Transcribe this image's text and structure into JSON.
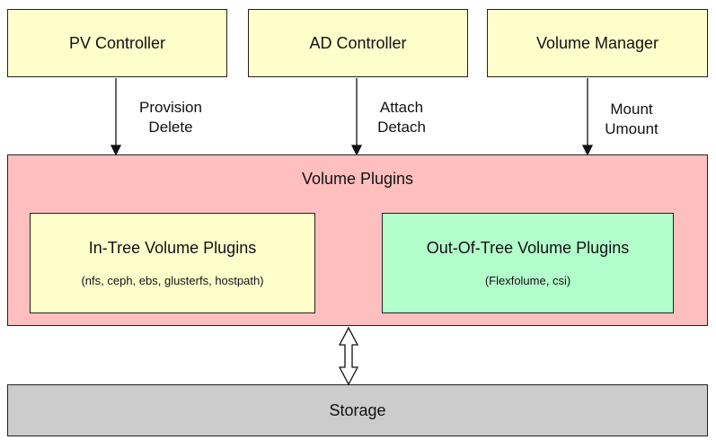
{
  "controllers": {
    "pv": "PV Controller",
    "ad": "AD Controller",
    "vm": "Volume Manager"
  },
  "operations": {
    "pv": [
      "Provision",
      "Delete"
    ],
    "ad": [
      "Attach",
      "Detach"
    ],
    "vm": [
      "Mount",
      "Umount"
    ]
  },
  "volume_plugins": {
    "title": "Volume Plugins",
    "in_tree": {
      "title": "In-Tree Volume Plugins",
      "examples": "(nfs, ceph, ebs, glusterfs, hostpath)"
    },
    "out_of_tree": {
      "title": "Out-Of-Tree Volume Plugins",
      "examples": "(Flexfolume, csi)"
    }
  },
  "storage": "Storage",
  "colors": {
    "controller_fill": "#ffffcc",
    "plugins_fill": "#ffbfbf",
    "out_of_tree_fill": "#b3ffcc",
    "storage_fill": "#cccccc"
  }
}
